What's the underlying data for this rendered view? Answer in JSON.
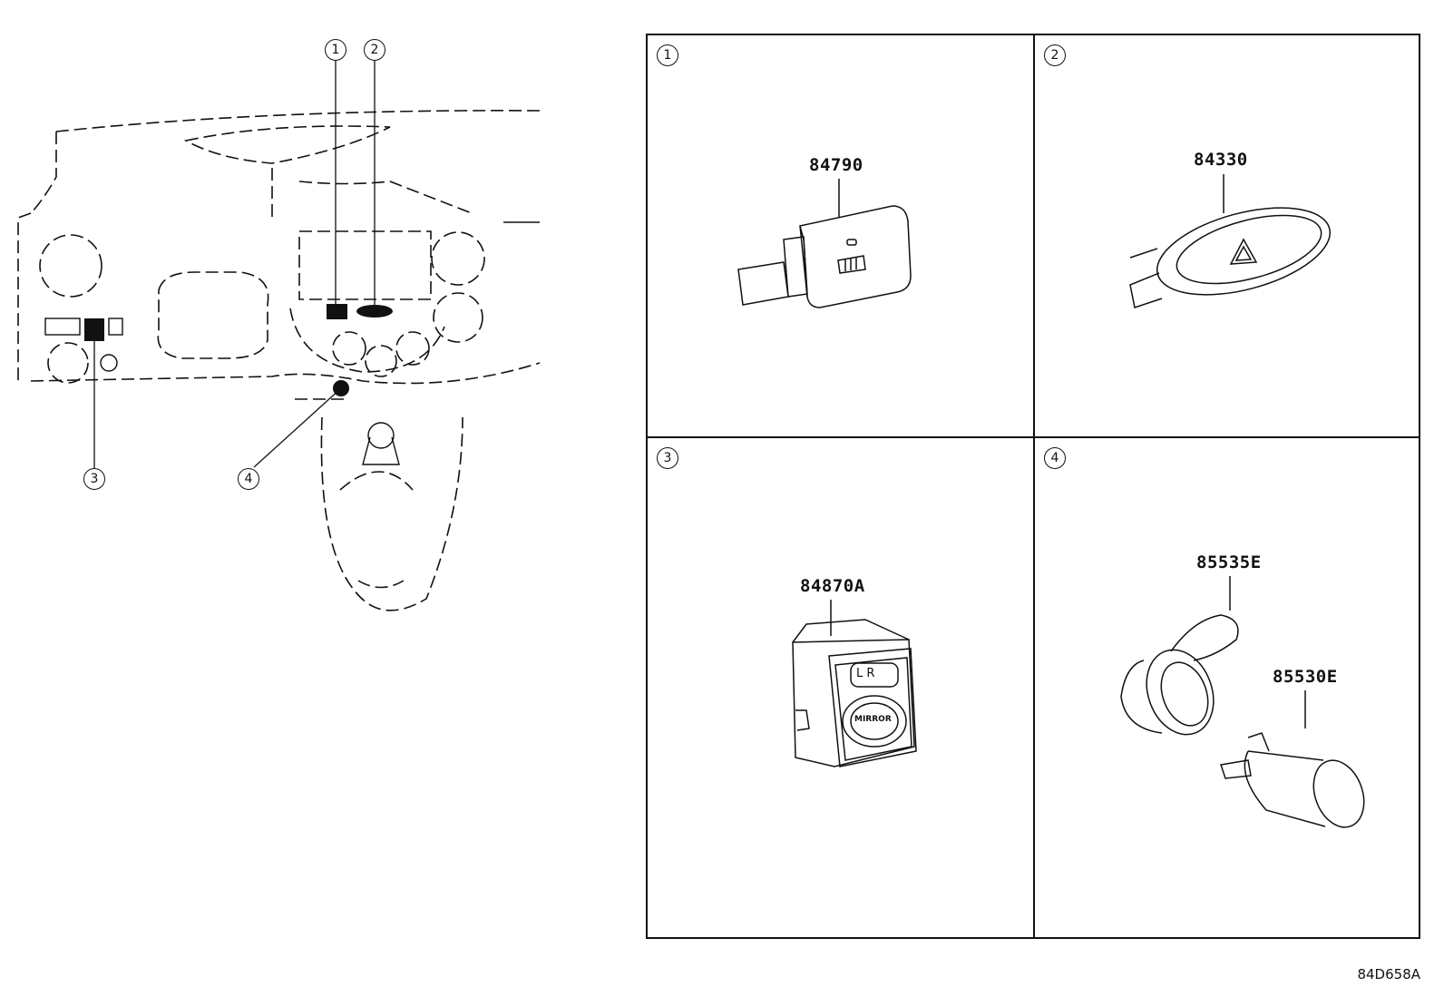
{
  "overview": {
    "callouts": [
      "1",
      "2",
      "3",
      "4"
    ]
  },
  "cells": [
    {
      "num": "1",
      "part": "84790"
    },
    {
      "num": "2",
      "part": "84330"
    },
    {
      "num": "3",
      "part": "84870A",
      "switch_labels": {
        "lr": "L R",
        "mirror": "MIRROR"
      }
    },
    {
      "num": "4",
      "parts": [
        "85535E",
        "85530E"
      ]
    }
  ],
  "figure_code": "84D658A"
}
